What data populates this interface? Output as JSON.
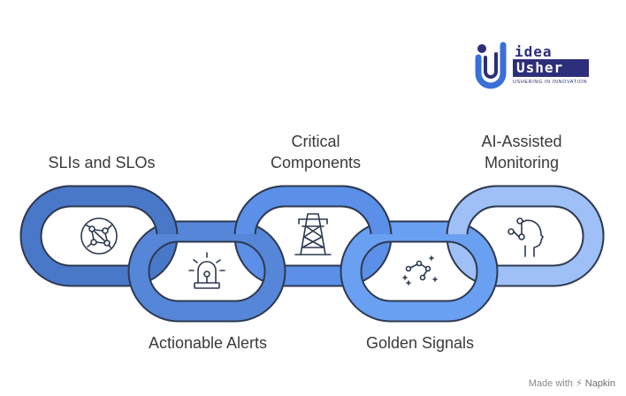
{
  "labels": {
    "slis": "SLIs and SLOs",
    "critical": "Critical\nComponents",
    "ai": "AI-Assisted\nMonitoring",
    "alerts": "Actionable Alerts",
    "golden": "Golden Signals"
  },
  "logo": {
    "line1": "idea",
    "line2": "Usher",
    "tagline": "USHERING IN INNOVATION"
  },
  "footer": {
    "made_with": "Made with",
    "brand": "Napkin"
  },
  "icons": {
    "slis": "network-nodes-icon",
    "alerts": "siren-alarm-icon",
    "critical": "power-tower-icon",
    "golden": "constellation-icon",
    "ai": "ai-head-icon"
  },
  "colors": {
    "link1": "#4a78c8",
    "link2": "#5686d8",
    "link3": "#5b8fe8",
    "link4": "#6aa0f2",
    "link5": "#9ec0f6",
    "stroke": "#2d3950",
    "logo": "#2d2f7a"
  }
}
